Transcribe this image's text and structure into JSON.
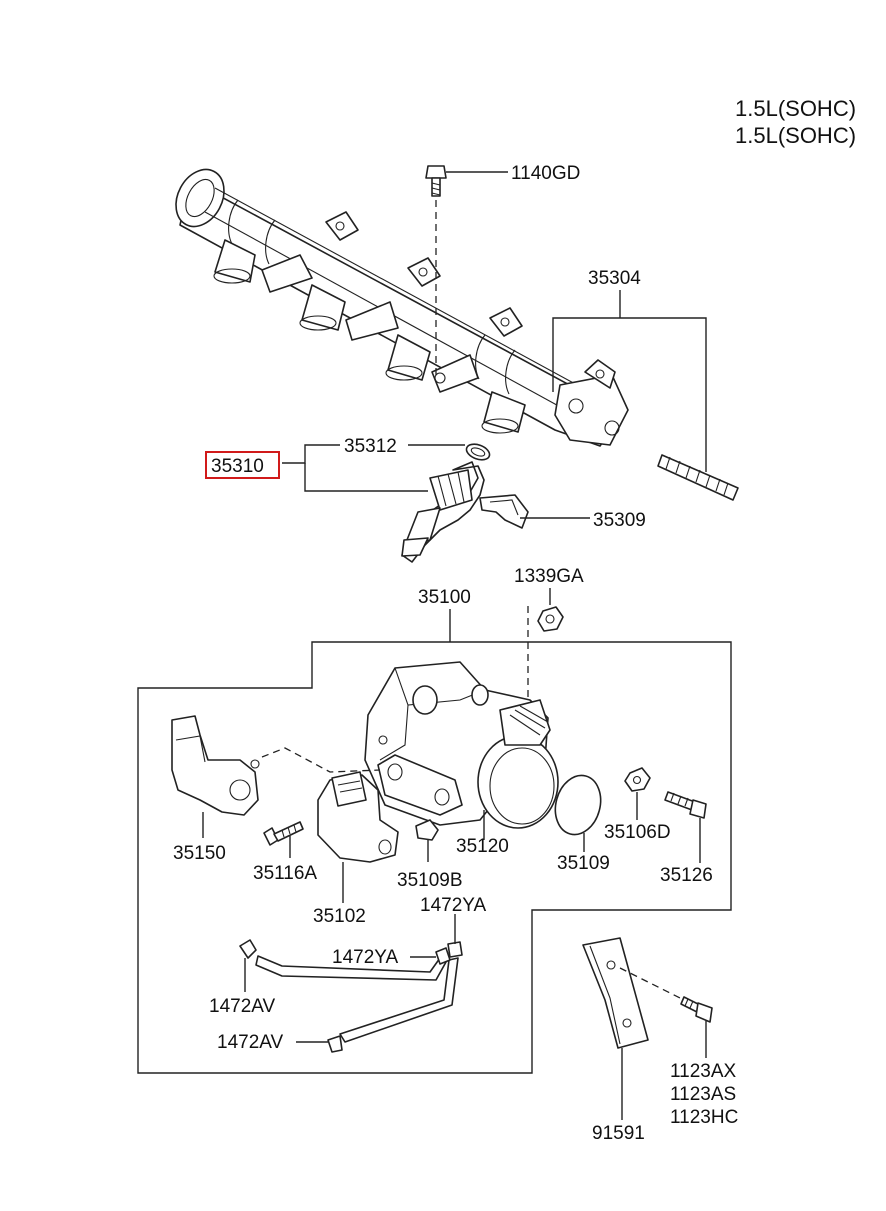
{
  "engine_labels": [
    "1.5L(SOHC)",
    "1.5L(SOHC)"
  ],
  "parts": {
    "fuel_rail": "35304",
    "rail_bolt": "1140GD",
    "injector_assy": "35310",
    "o_ring": "35312",
    "injector_clip": "35309",
    "nut": "1339GA",
    "throttle_body_assy": "35100",
    "tps_sensor": "35150",
    "screw_35116a": "35116A",
    "isa_actuator": "35102",
    "plug_35109b": "35109B",
    "throttle_body": "35120",
    "cap": "35109",
    "nut_35106d": "35106D",
    "bolt_35126": "35126",
    "hose_clamp_ya_top": "1472YA",
    "hose_clamp_ya_mid": "1472YA",
    "hose_clamp_av_left": "1472AV",
    "hose_clamp_av_bottom": "1472AV",
    "bracket": "91591",
    "bolts": [
      "1123AX",
      "1123AS",
      "1123HC"
    ]
  },
  "highlight_color": "#d11a1a"
}
